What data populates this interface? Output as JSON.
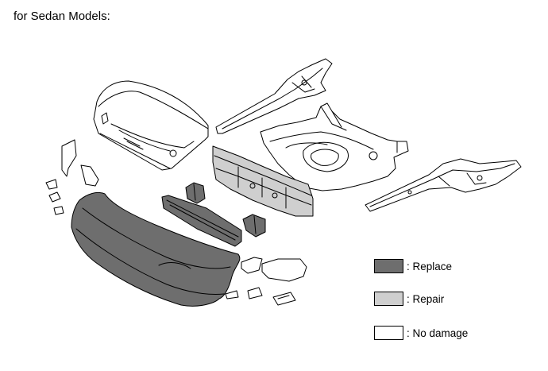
{
  "heading": "for Sedan Models:",
  "colors": {
    "replace": "#6e6e6e",
    "repair": "#cfcfcf",
    "no_damage": "#ffffff",
    "outline": "#000000"
  },
  "parts": [
    {
      "name": "trunk-lid",
      "status": "no_damage"
    },
    {
      "name": "rear-floor-side-member-upper",
      "status": "no_damage"
    },
    {
      "name": "rear-floor-pan",
      "status": "no_damage"
    },
    {
      "name": "rear-floor-side-member-lower",
      "status": "no_damage"
    },
    {
      "name": "back-panel",
      "status": "repair"
    },
    {
      "name": "bumper-reinforcement",
      "status": "replace"
    },
    {
      "name": "rear-bumper-cover",
      "status": "replace"
    },
    {
      "name": "bumper-retainer-left",
      "status": "replace"
    },
    {
      "name": "bumper-retainer-right",
      "status": "replace"
    },
    {
      "name": "bumper-bracket-left",
      "status": "no_damage"
    },
    {
      "name": "bumper-bracket-right",
      "status": "no_damage"
    },
    {
      "name": "reflector-left",
      "status": "no_damage"
    },
    {
      "name": "reflector-right",
      "status": "no_damage"
    }
  ],
  "legend": [
    {
      "key": "replace",
      "label": ": Replace"
    },
    {
      "key": "repair",
      "label": ": Repair"
    },
    {
      "key": "no_damage",
      "label": ": No damage"
    }
  ]
}
